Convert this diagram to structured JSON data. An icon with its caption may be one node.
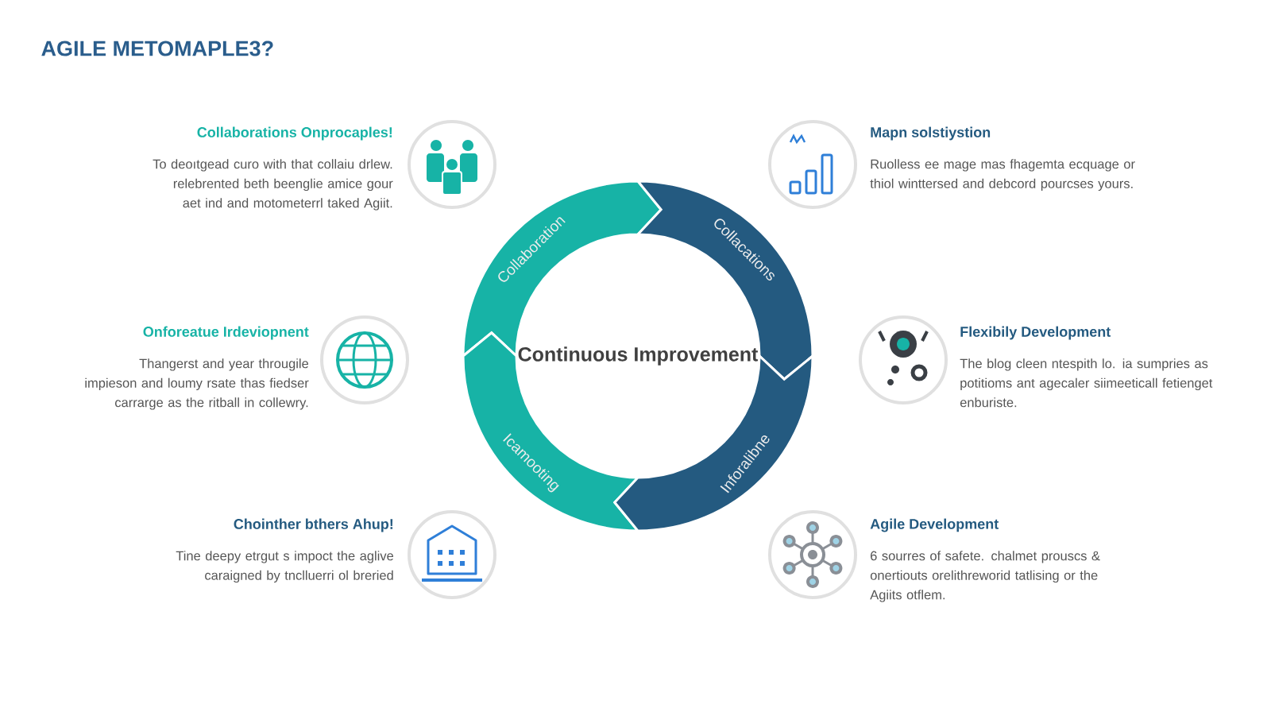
{
  "diagram": {
    "title": "AGILE METOMAPLE3?",
    "nodes": [
      {
        "text": [],
        "shape": "circle",
        "beside": [
          "Collaborations Onprocaples!",
          "To deoıtgead curo with that collaiu drlew. relebrented beth beenglie amice gour aet ind and motometerrl taked Agiit."
        ]
      },
      {
        "text": [],
        "shape": "circle",
        "beside": [
          "Mapn solstiystion",
          "Ruolless ee mage mas fhagemta ecquage or thiol winttersed and debcord pourcses yours."
        ]
      },
      {
        "text": [
          "Collaboration"
        ]
      },
      {
        "text": [
          "Collacations"
        ]
      },
      {
        "text": [
          "Continuous Improvement"
        ]
      },
      {
        "text": [],
        "shape": "circle",
        "beside": [
          "Onforeatue Irdeviopnent",
          "Thangerst and year througile impieson and loumy rsate thas fiedser carrarge as the ritball in collewry."
        ]
      },
      {
        "text": [],
        "shape": "circle",
        "beside": [
          "Flexibily Development",
          "The blog cleen ntespith lo. ia sumpries as potitioms ant agecaler siimeeticall fetienget enburiste."
        ]
      },
      {
        "text": [
          "Icamooting"
        ]
      },
      {
        "text": [
          "Inforalibne"
        ]
      },
      {
        "text": [],
        "shape": "circle",
        "beside": [
          "Chointher bthers Ahup!",
          "Tine deepy etrgut s impoct the aglive caraigned by tnclluerri ol breried"
        ]
      },
      {
        "text": [],
        "shape": "circle",
        "beside": [
          "Agile Development",
          "6 sourres of safete. chalmet prouscs & onertiouts orelithreworid tatlising or the Agiits otflem."
        ]
      }
    ]
  }
}
